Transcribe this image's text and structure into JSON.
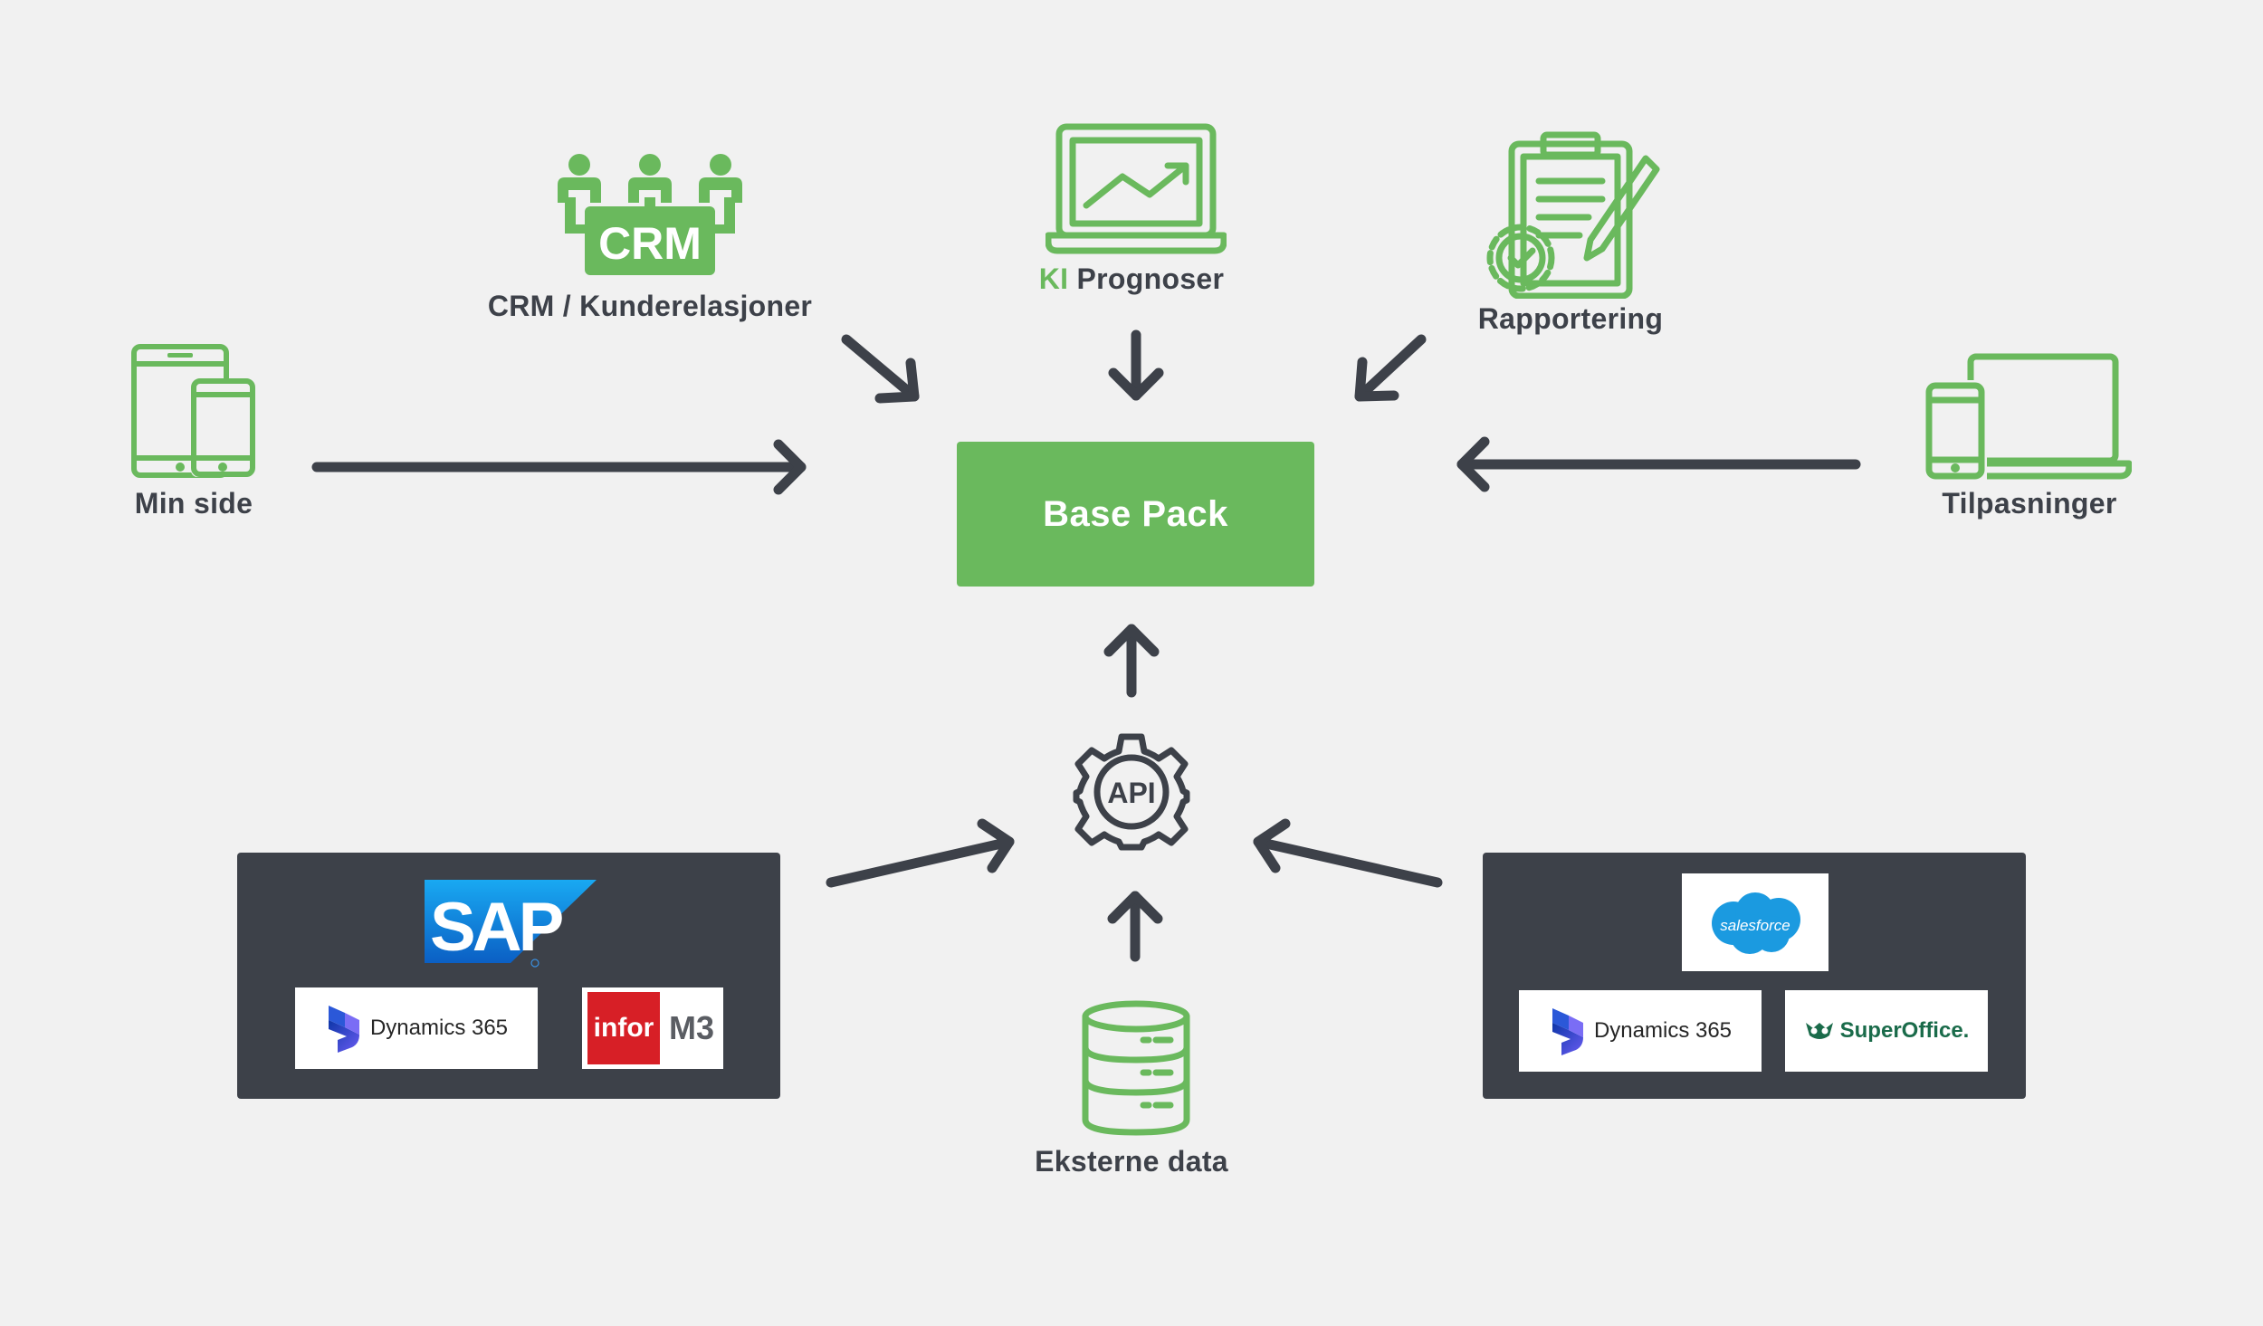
{
  "colors": {
    "accent": "#6ab95d",
    "dark": "#3d4149",
    "background": "#f1f1f1"
  },
  "center": {
    "label": "Base Pack"
  },
  "top_nodes": {
    "crm": {
      "icon": "crm-users-icon",
      "badge": "CRM",
      "label": "CRM / Kunderelasjoner"
    },
    "forecast": {
      "icon": "laptop-chart-icon",
      "highlight": "KI",
      "label": "Prognoser"
    },
    "reporting": {
      "icon": "clipboard-report-icon",
      "label": "Rapportering"
    }
  },
  "side_nodes": {
    "my_page": {
      "icon": "tablet-phone-icon",
      "label": "Min side"
    },
    "customizations": {
      "icon": "laptop-phone-icon",
      "label": "Tilpasninger"
    }
  },
  "api": {
    "icon": "api-gear-icon",
    "label": "API"
  },
  "external": {
    "icon": "database-icon",
    "label": "Eksterne data"
  },
  "erp_panel": {
    "logos": [
      {
        "name": "SAP",
        "icon": "sap-logo"
      },
      {
        "name": "Dynamics 365",
        "icon": "dynamics-365-logo"
      },
      {
        "name": "infor M3",
        "icon": "infor-m3-logo",
        "parts": [
          "infor",
          "M3"
        ]
      }
    ]
  },
  "crm_panel": {
    "logos": [
      {
        "name": "salesforce",
        "icon": "salesforce-logo"
      },
      {
        "name": "Dynamics 365",
        "icon": "dynamics-365-logo"
      },
      {
        "name": "SuperOffice.",
        "icon": "superoffice-logo"
      }
    ]
  }
}
